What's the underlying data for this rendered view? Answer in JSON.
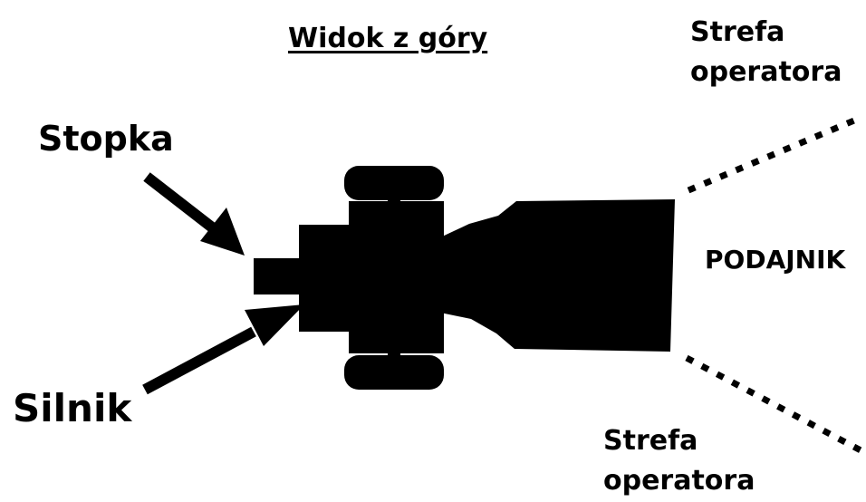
{
  "diagram": {
    "title": "Widok z góry",
    "labels": {
      "foot": "Stopka",
      "engine": "Silnik",
      "feeder": "PODAJNIK"
    },
    "operator_zone_top": {
      "line1": "Strefa",
      "line2": "operatora"
    },
    "operator_zone_bottom": {
      "line1": "Strefa",
      "line2": "operatora"
    }
  },
  "colors": {
    "ink": "#000000",
    "background": "#ffffff"
  }
}
